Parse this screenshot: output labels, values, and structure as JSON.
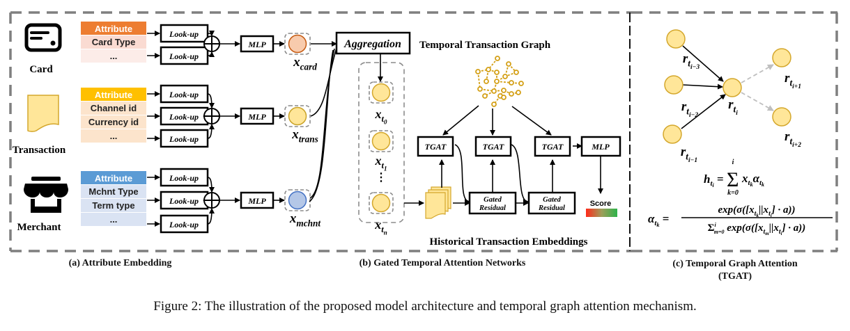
{
  "panels": {
    "a": {
      "caption": "(a) Attribute Embedding",
      "entities": [
        {
          "name": "Card",
          "icon": "credit-card-icon",
          "attr_header": "Attribute",
          "attrs": [
            "Card Type",
            "..."
          ],
          "header_color": "#ED7D31",
          "row_color": "#FADBD2",
          "lookups": [
            "Look-up",
            "Look-up"
          ],
          "mlp": "MLP",
          "embedding": "x_card",
          "embedding_sub": "card",
          "node_color": "#F8CBAD",
          "node_stroke": "#C55A11"
        },
        {
          "name": "Transaction",
          "icon": "document-icon",
          "attr_header": "Attribute",
          "attrs": [
            "Channel id",
            "Currency id",
            "..."
          ],
          "header_color": "#FFC000",
          "row_color": "#FCE4CC",
          "lookups": [
            "Look-up",
            "Look-up",
            "Look-up"
          ],
          "mlp": "MLP",
          "embedding": "x_trans",
          "embedding_sub": "trans",
          "node_color": "#FFE699",
          "node_stroke": "#C9A227"
        },
        {
          "name": "Merchant",
          "icon": "store-icon",
          "attr_header": "Attribute",
          "attrs": [
            "Mchnt Type",
            "Term type",
            "..."
          ],
          "header_color": "#5B9BD5",
          "row_color": "#DAE3F3",
          "lookups": [
            "Look-up",
            "Look-up",
            "Look-up"
          ],
          "mlp": "MLP",
          "embedding": "x_mchnt",
          "embedding_sub": "mchnt",
          "node_color": "#B4C7E7",
          "node_stroke": "#4472C4"
        }
      ]
    },
    "b": {
      "caption": "(b) Gated Temporal Attention Networks",
      "aggregation": "Aggregation",
      "graph_title": "Temporal Transaction Graph",
      "history_title": "Historical Transaction Embeddings",
      "history_nodes": [
        "t0",
        "t1",
        "tn"
      ],
      "history_sub": [
        "0",
        "1",
        "n"
      ],
      "ellipsis": "⋮",
      "tgat_labels": [
        "TGAT",
        "TGAT",
        "TGAT"
      ],
      "gated_labels": [
        [
          "Gated",
          "Residual"
        ],
        [
          "Gated",
          "Residual"
        ]
      ],
      "mlp": "MLP",
      "score_label": "Score",
      "score_gradient": [
        "#FF2A1A",
        "#9E9E5A",
        "#2DB34A"
      ]
    },
    "c": {
      "caption_line1": "(c) Temporal Graph Attention",
      "caption_line2": "(TGAT)",
      "nodes": [
        {
          "id": "i-3",
          "sub": "i−3"
        },
        {
          "id": "i-2",
          "sub": "i−2"
        },
        {
          "id": "i-1",
          "sub": "i−1"
        },
        {
          "id": "i",
          "sub": "i"
        },
        {
          "id": "i+1",
          "sub": "i+1"
        },
        {
          "id": "i+2",
          "sub": "i+2"
        }
      ],
      "formula_h": "h_{t_i} = Σ_{k=0}^{i} x_{t_k} α_{t_k}",
      "formula_alpha_num": "exp(σ([x_{t_k} || x_{t_i}] · a))",
      "formula_alpha_den": "Σ_{m=0}^{i} exp(σ([x_{t_m} || x_{t_i}] · a))"
    }
  },
  "colors": {
    "dash_border": "#7F7F7F",
    "history_node": "#FFE699",
    "history_stroke": "#D4A72C",
    "graph_gold": "#D4A017",
    "tgat_node": "#FFE699",
    "tgat_stroke": "#D4A72C",
    "future_edge": "#BFBFBF"
  },
  "figure_caption": "Figure 2: The illustration of the proposed model architecture and temporal graph attention mechanism."
}
